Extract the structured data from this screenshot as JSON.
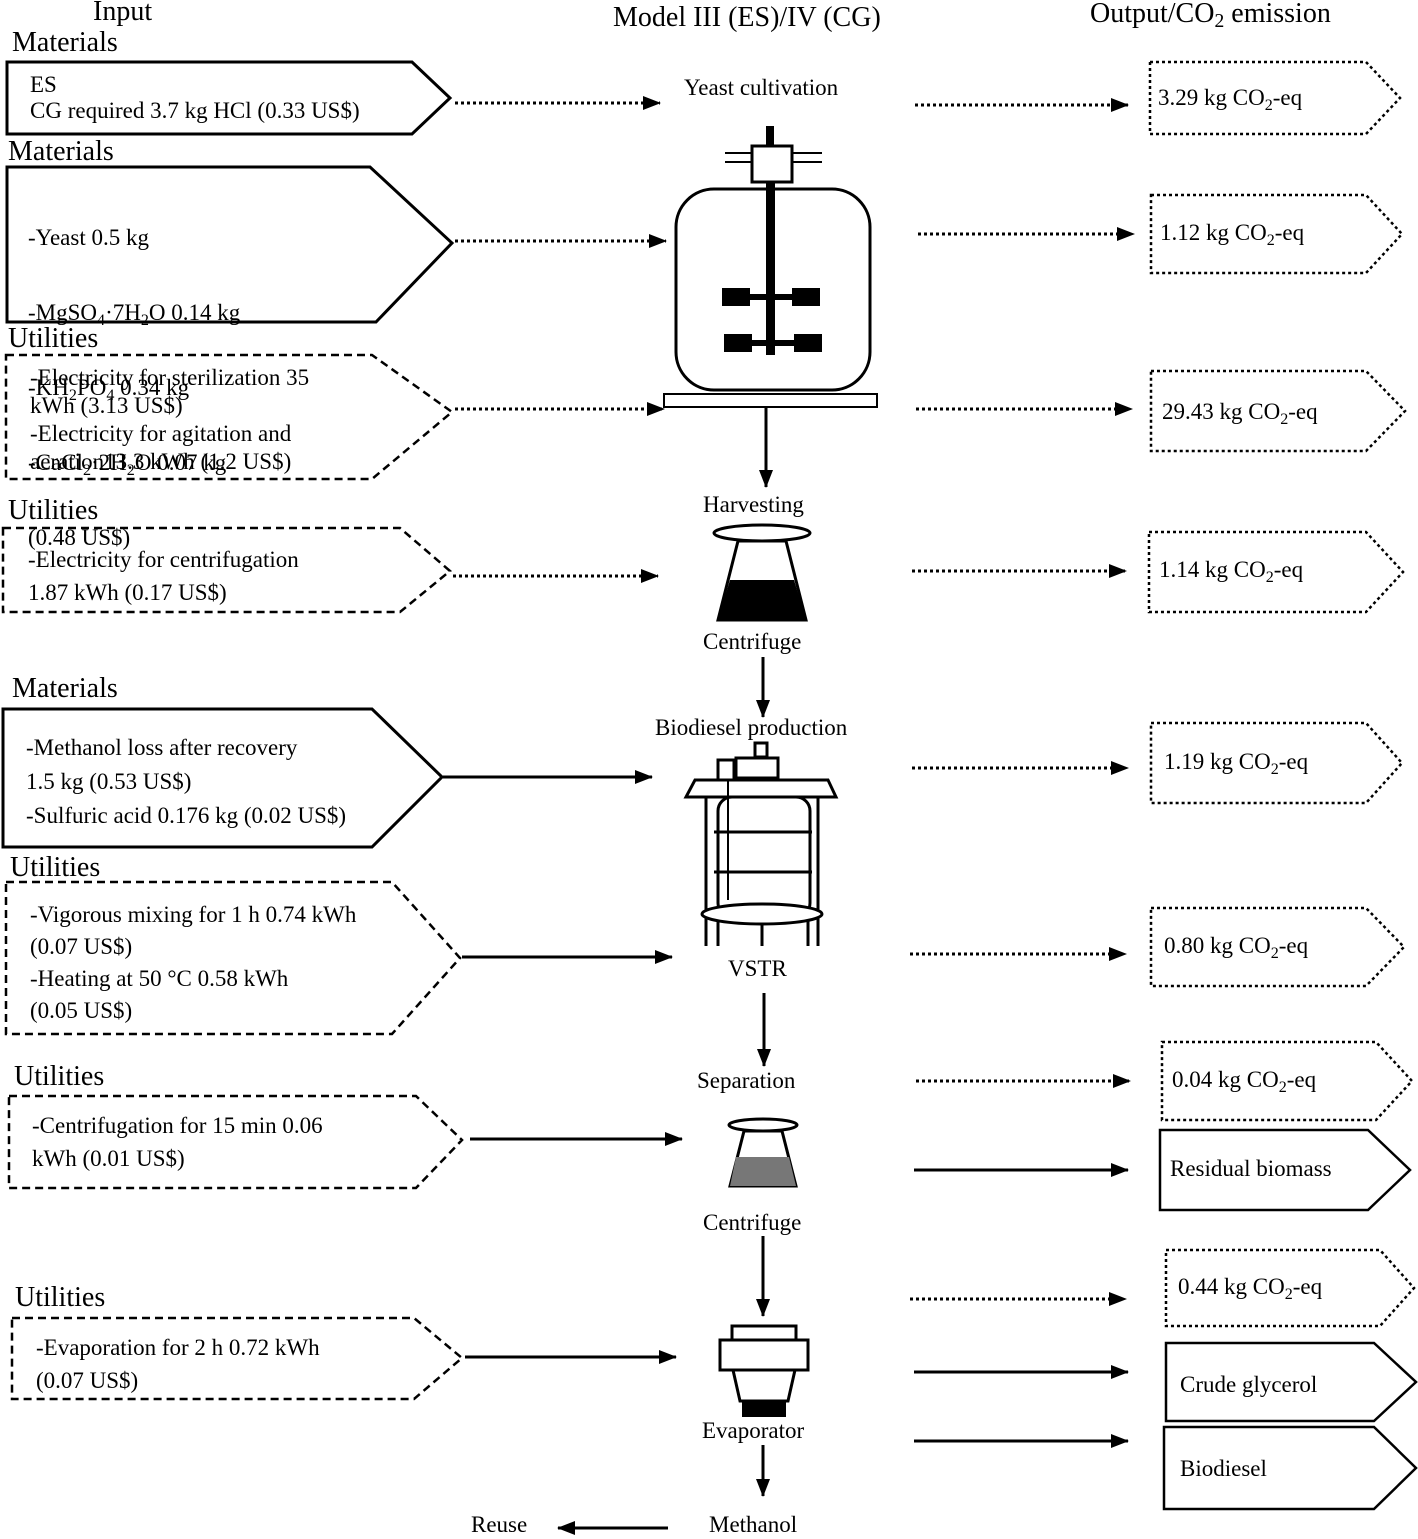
{
  "headers": {
    "input": "Input",
    "model": "Model III (ES)/IV (CG)",
    "output_prefix": "Output/CO",
    "output_sub": "2",
    "output_suffix": " emission"
  },
  "inputs": [
    {
      "section": "Materials",
      "lines": [
        "ES",
        "CG required 3.7 kg HCl (0.33 US$)"
      ]
    },
    {
      "section": "Materials",
      "lines": [
        "-Yeast 0.5 kg",
        "-MgSO4·7H2O 0.14 kg",
        "-KH2PO4 0.34 kg",
        "-CaCl2·2H2O 0.07 kg",
        "(0.48 US$)"
      ]
    },
    {
      "section": "Utilities",
      "lines": [
        "-Electricity for sterilization 35",
        "kWh (3.13 US$)",
        "-Electricity for agitation and",
        "aeration13.3 kWh (1.2 US$)"
      ]
    },
    {
      "section": "Utilities",
      "lines": [
        "-Electricity for centrifugation",
        "1.87 kWh (0.17 US$)"
      ]
    },
    {
      "section": "Materials",
      "lines": [
        "-Methanol loss after recovery",
        "1.5 kg (0.53 US$)",
        "-Sulfuric acid 0.176 kg (0.02 US$)"
      ]
    },
    {
      "section": "Utilities",
      "lines": [
        "-Vigorous mixing for 1 h 0.74 kWh",
        "(0.07 US$)",
        "-Heating at 50 °C 0.58 kWh",
        "(0.05 US$)"
      ]
    },
    {
      "section": "Utilities",
      "lines": [
        "-Centrifugation for 15 min 0.06",
        "kWh (0.01 US$)"
      ]
    },
    {
      "section": "Utilities",
      "lines": [
        "-Evaporation for 2 h 0.72 kWh",
        "(0.07 US$)"
      ]
    }
  ],
  "process": {
    "yeast_cultivation": "Yeast cultivation",
    "harvesting": "Harvesting",
    "centrifuge_1": "Centrifuge",
    "biodiesel_production": "Biodiesel production",
    "vstr": "VSTR",
    "separation": "Separation",
    "centrifuge_2": "Centrifuge",
    "evaporator": "Evaporator",
    "methanol": "Methanol",
    "reuse": "Reuse"
  },
  "co2_unit": "CO",
  "co2_sub": "2",
  "co2_suffix": "-eq",
  "emissions": [
    {
      "value": "3.29 kg"
    },
    {
      "value": "1.12 kg"
    },
    {
      "value": "29.43 kg"
    },
    {
      "value": "1.14 kg"
    },
    {
      "value": "1.19 kg"
    },
    {
      "value": "0.80 kg"
    },
    {
      "value": "0.04 kg"
    },
    {
      "value": "0.44 kg"
    }
  ],
  "products": {
    "residual_biomass": "Residual biomass",
    "crude_glycerol": "Crude glycerol",
    "biodiesel": "Biodiesel"
  }
}
